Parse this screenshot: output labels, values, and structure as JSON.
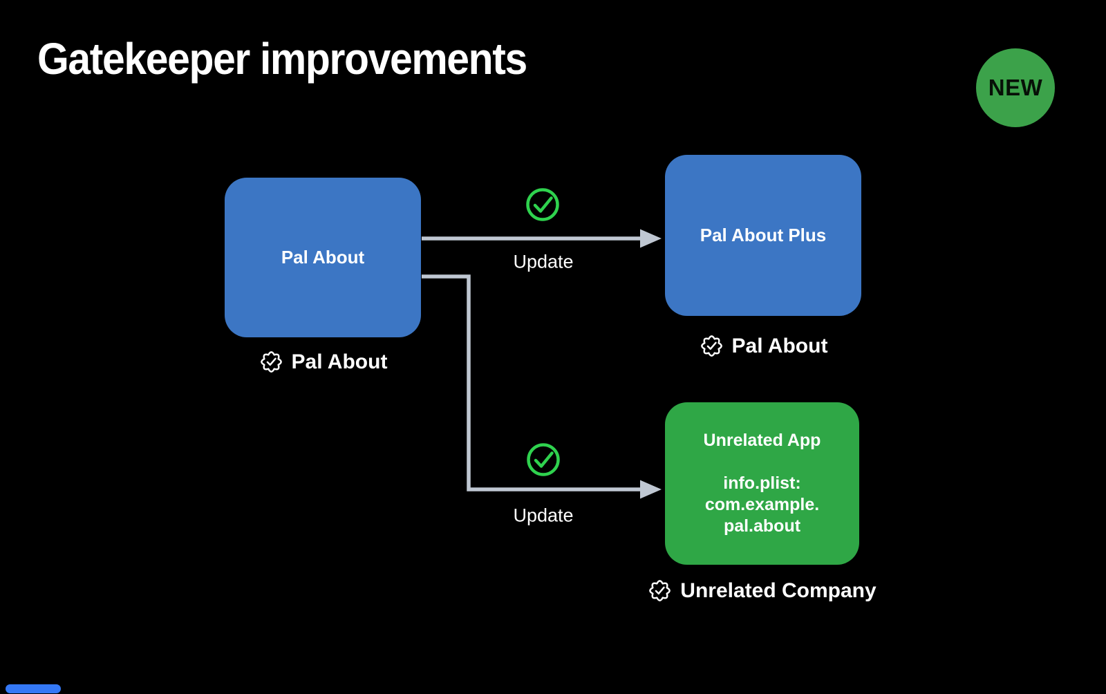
{
  "header": {
    "title": "Gatekeeper improvements",
    "badge_label": "NEW"
  },
  "diagram": {
    "source": {
      "label": "Pal About",
      "signer": "Pal About"
    },
    "edge_top": {
      "label": "Update",
      "status_icon": "checkmark-circle"
    },
    "edge_bottom": {
      "label": "Update",
      "status_icon": "checkmark-circle"
    },
    "target_top": {
      "label": "Pal About Plus",
      "signer": "Pal About"
    },
    "target_bottom": {
      "label": "Unrelated App",
      "plist_heading": "info.plist:",
      "plist_value_line1": "com.example.",
      "plist_value_line2": "pal.about",
      "signer": "Unrelated Company"
    }
  },
  "colors": {
    "background": "#000000",
    "app_box_blue": "#3c76c4",
    "app_box_green": "#2fa746",
    "checkmark_green": "#2fd24e",
    "new_badge_green": "#3ca24a",
    "arrow_gray": "#bfc7d2",
    "progress_bar_blue": "#3478f6"
  }
}
